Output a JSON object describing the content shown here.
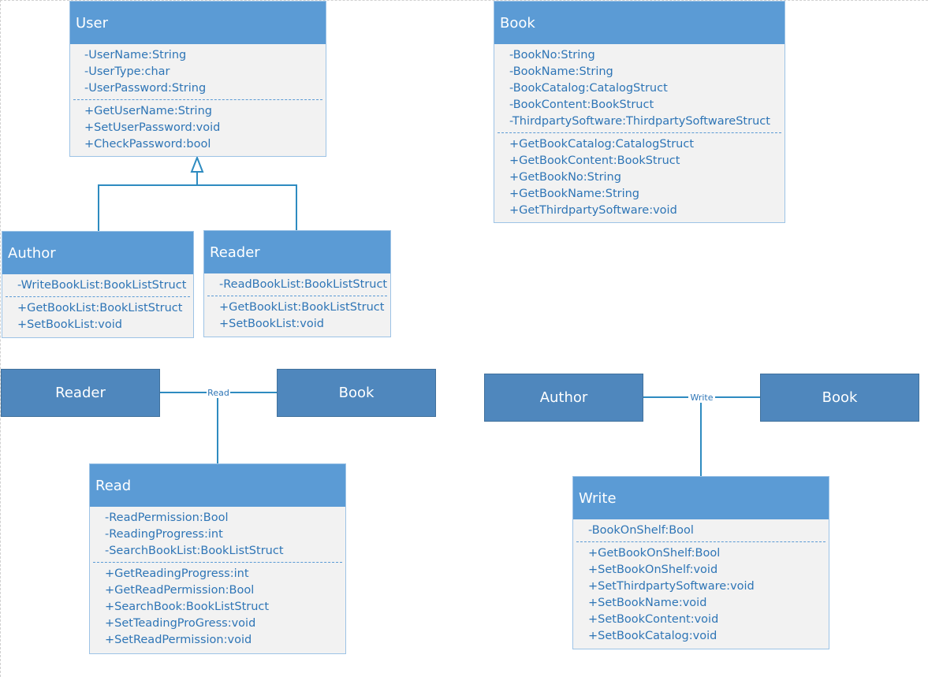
{
  "classes": {
    "user": {
      "name": "User",
      "attributes": [
        "-UserName:String",
        "-UserType:char",
        "-UserPassword:String"
      ],
      "methods": [
        "+GetUserName:String",
        "+SetUserPassword:void",
        "+CheckPassword:bool"
      ]
    },
    "book": {
      "name": "Book",
      "attributes": [
        "-BookNo:String",
        "-BookName:String",
        "-BookCatalog:CatalogStruct",
        "-BookContent:BookStruct",
        "-ThirdpartySoftware:ThirdpartySoftwareStruct"
      ],
      "methods": [
        "+GetBookCatalog:CatalogStruct",
        "+GetBookContent:BookStruct",
        "+GetBookNo:String",
        "+GetBookName:String",
        "+GetThirdpartySoftware:void"
      ]
    },
    "author": {
      "name": "Author",
      "attributes": [
        "-WriteBookList:BookListStruct"
      ],
      "methods": [
        "+GetBookList:BookListStruct",
        "+SetBookList:void"
      ]
    },
    "reader": {
      "name": "Reader",
      "attributes": [
        "-ReadBookList:BookListStruct"
      ],
      "methods": [
        "+GetBookList:BookListStruct",
        "+SetBookList:void"
      ]
    },
    "read": {
      "name": "Read",
      "attributes": [
        "-ReadPermission:Bool",
        "-ReadingProgress:int",
        "-SearchBookList:BookListStruct"
      ],
      "methods": [
        "+GetReadingProgress:int",
        "+GetReadPermission:Bool",
        "+SearchBook:BookListStruct",
        "+SetTeadingProGress:void",
        "+SetReadPermission:void"
      ]
    },
    "write": {
      "name": "Write",
      "attributes": [
        "-BookOnShelf:Bool"
      ],
      "methods": [
        "+GetBookOnShelf:Bool",
        "+SetBookOnShelf:void",
        "+SetThirdpartySoftware:void",
        "+SetBookName:void",
        "+SetBookContent:void",
        "+SetBookCatalog:void"
      ]
    }
  },
  "associations": {
    "read": {
      "left": "Reader",
      "right": "Book",
      "label": "Read"
    },
    "write": {
      "left": "Author",
      "right": "Book",
      "label": "Write"
    }
  },
  "colors": {
    "header": "#5b9bd5",
    "body": "#f2f2f2",
    "text": "#2e75b6",
    "relation_box": "#4f87bd",
    "line": "#2e8bc0"
  }
}
